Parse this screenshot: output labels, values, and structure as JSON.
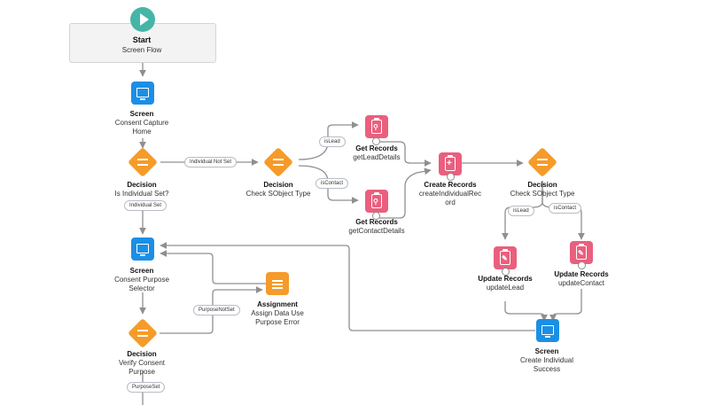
{
  "start": {
    "title": "Start",
    "subtitle": "Screen Flow"
  },
  "nodes": {
    "screen_home": {
      "type": "Screen",
      "line1": "Consent Capture",
      "line2": "Home"
    },
    "decision_individual": {
      "type": "Decision",
      "line1": "Is Individual Set?"
    },
    "decision_sobject1": {
      "type": "Decision",
      "line1": "Check SObject Type"
    },
    "get_lead": {
      "type": "Get Records",
      "line1": "getLeadDetails"
    },
    "get_contact": {
      "type": "Get Records",
      "line1": "getContactDetails"
    },
    "create_individual": {
      "type": "Create Records",
      "line1": "createIndividualRec",
      "line2": "ord"
    },
    "decision_sobject2": {
      "type": "Decision",
      "line1": "Check SObject Type"
    },
    "update_lead": {
      "type": "Update Records",
      "line1": "updateLead"
    },
    "update_contact": {
      "type": "Update Records",
      "line1": "updateContact"
    },
    "screen_purpose": {
      "type": "Screen",
      "line1": "Consent Purpose",
      "line2": "Selector"
    },
    "assignment": {
      "type": "Assignment",
      "line1": "Assign Data Use",
      "line2": "Purpose Error"
    },
    "decision_purpose": {
      "type": "Decision",
      "line1": "Verify Consent",
      "line2": "Purpose"
    },
    "screen_success": {
      "type": "Screen",
      "line1": "Create Individual",
      "line2": "Success"
    }
  },
  "edge_labels": {
    "individual_not_set": "Individual Not Set",
    "individual_set": "Individual Set",
    "is_lead_1": "isLead",
    "is_contact_1": "isContact",
    "is_lead_2": "isLead",
    "is_contact_2": "isContact",
    "purpose_not_set": "PurposeNotSet",
    "purpose_set": "PurposeSet"
  },
  "colors": {
    "start": "#45b5a8",
    "screen": "#1b8fe5",
    "records": "#ea5f7e",
    "logic": "#f59b2a",
    "connector": "#8f8f8f"
  },
  "icons": {
    "start": "play-icon",
    "screen": "monitor-icon",
    "get_records": "search-record-icon",
    "create_records": "add-record-icon",
    "update_records": "edit-record-icon",
    "assignment": "equals-icon",
    "decision": "sliders-icon"
  }
}
